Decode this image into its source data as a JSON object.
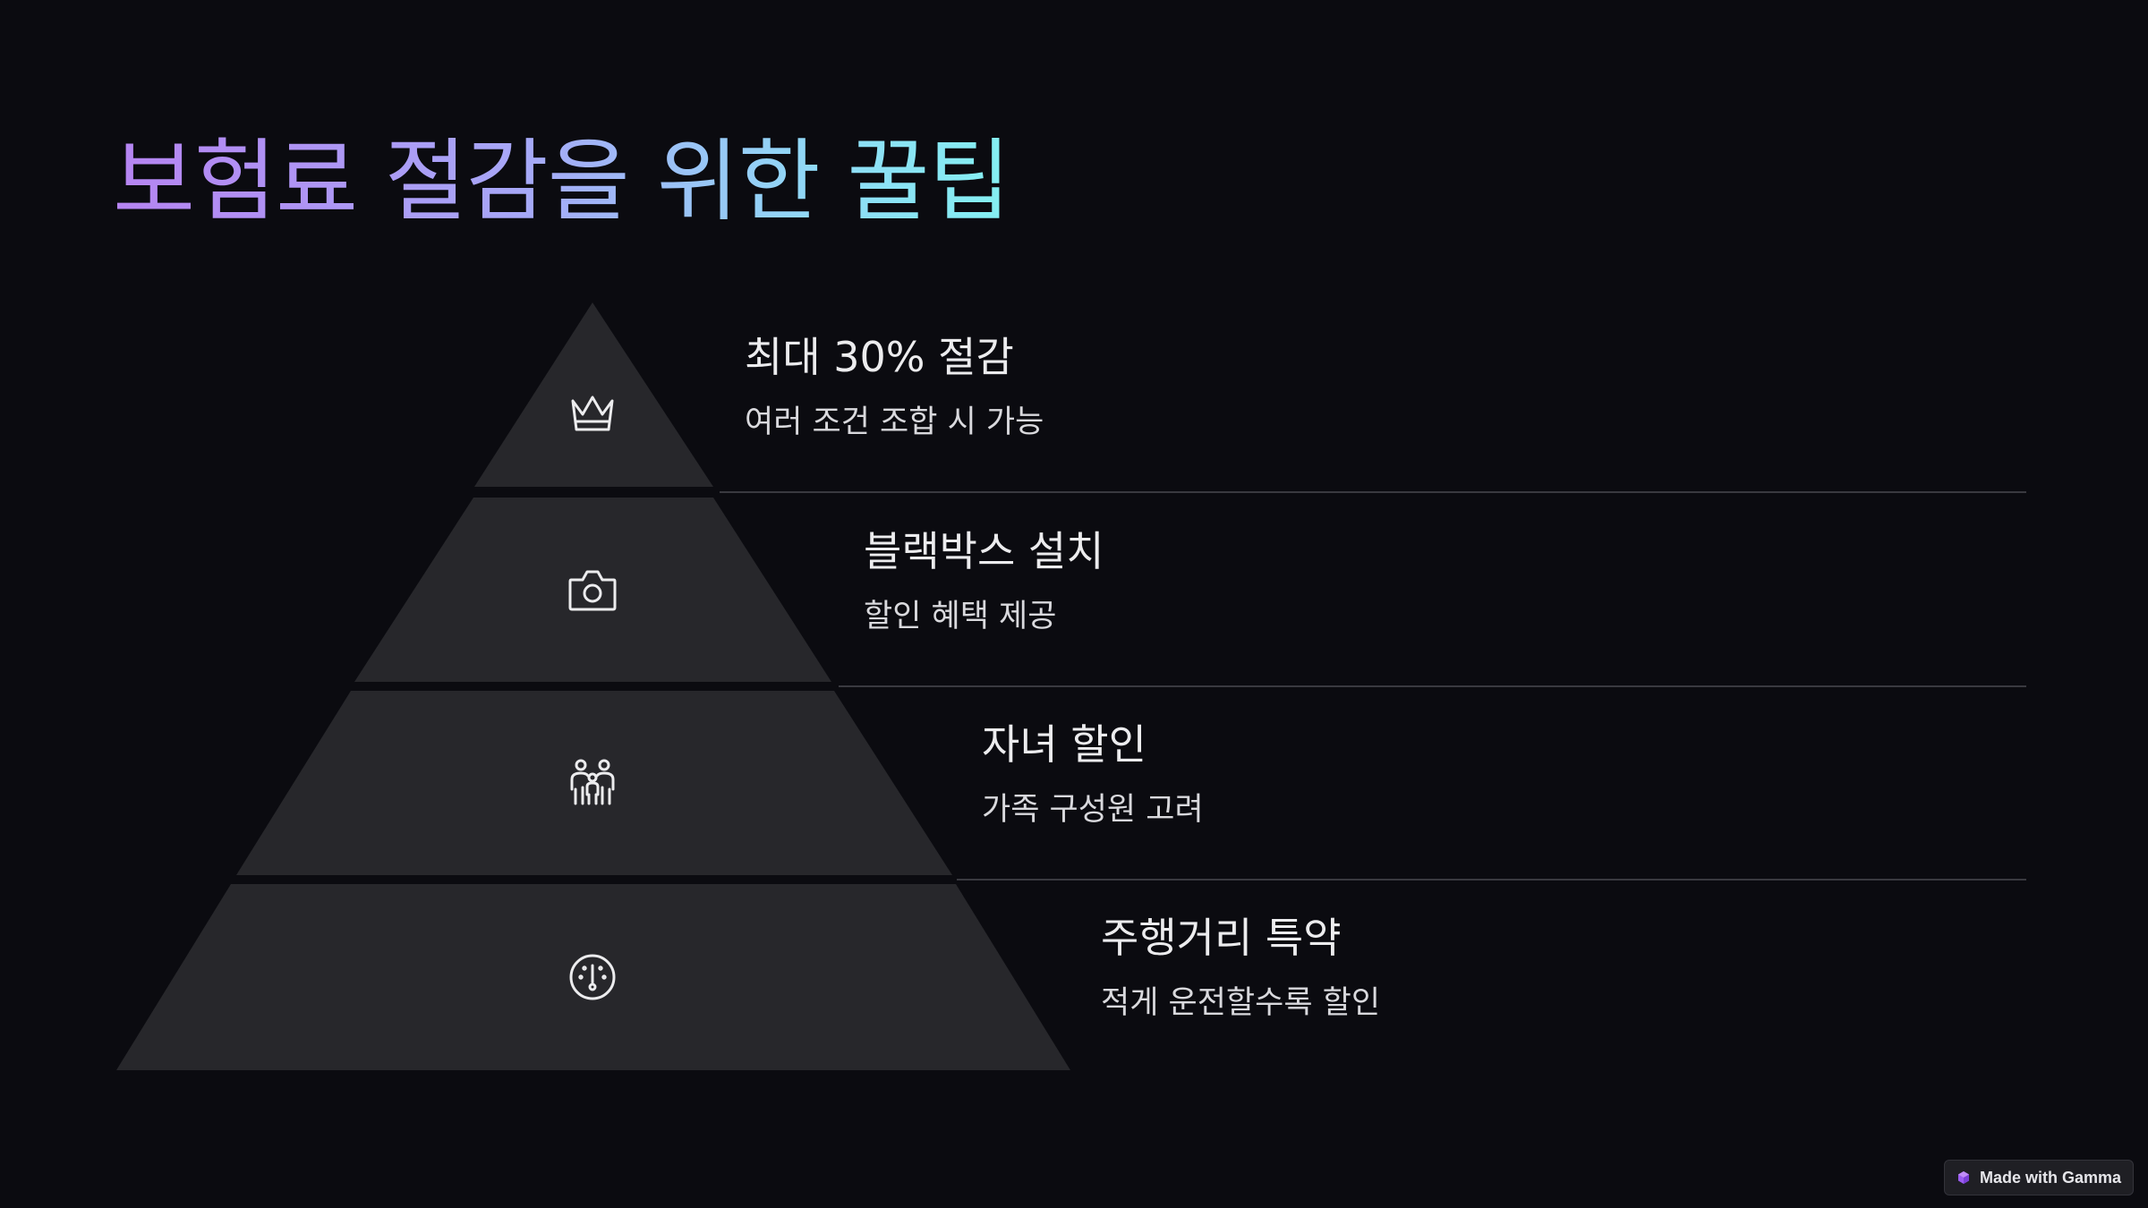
{
  "title": "보험료 절감을 위한 꿀팁",
  "tiers": [
    {
      "heading": "최대 30% 절감",
      "description": "여러 조건 조합 시 가능",
      "icon": "crown-icon"
    },
    {
      "heading": "블랙박스 설치",
      "description": "할인 혜택 제공",
      "icon": "camera-icon"
    },
    {
      "heading": "자녀 할인",
      "description": "가족 구성원 고려",
      "icon": "family-icon"
    },
    {
      "heading": "주행거리 특약",
      "description": "적게 운전할수록 할인",
      "icon": "speedometer-icon"
    }
  ],
  "badge": {
    "label": "Made with Gamma",
    "icon": "gamma-logo-icon"
  },
  "colors": {
    "background": "#0b0b10",
    "tier_fill": "#27272b",
    "title_gradient": [
      "#b684f2",
      "#84f0f2"
    ],
    "text": "#ececee"
  }
}
